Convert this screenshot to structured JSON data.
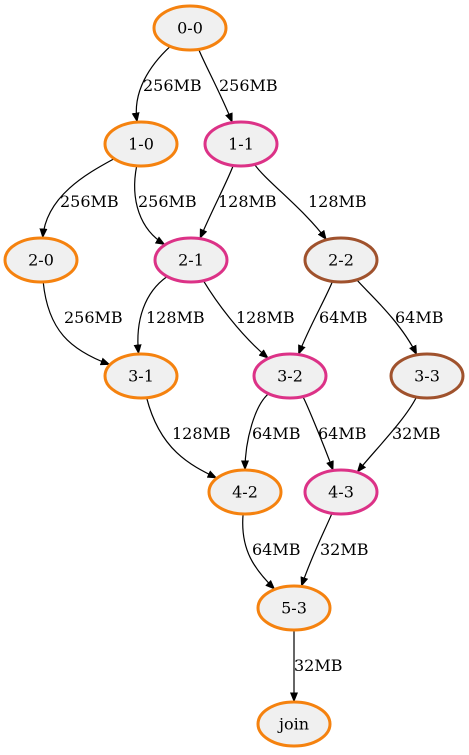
{
  "colors": {
    "node_fill": "#f0f0f0",
    "edge": "#000000",
    "orange": "#f5820f",
    "magenta": "#dc3287",
    "brown": "#a0522d"
  },
  "nodes": [
    {
      "id": "0-0",
      "label": "0-0",
      "color": "orange"
    },
    {
      "id": "1-0",
      "label": "1-0",
      "color": "orange"
    },
    {
      "id": "1-1",
      "label": "1-1",
      "color": "magenta"
    },
    {
      "id": "2-0",
      "label": "2-0",
      "color": "orange"
    },
    {
      "id": "2-1",
      "label": "2-1",
      "color": "magenta"
    },
    {
      "id": "2-2",
      "label": "2-2",
      "color": "brown"
    },
    {
      "id": "3-1",
      "label": "3-1",
      "color": "orange"
    },
    {
      "id": "3-2",
      "label": "3-2",
      "color": "magenta"
    },
    {
      "id": "3-3",
      "label": "3-3",
      "color": "brown"
    },
    {
      "id": "4-2",
      "label": "4-2",
      "color": "orange"
    },
    {
      "id": "4-3",
      "label": "4-3",
      "color": "magenta"
    },
    {
      "id": "5-3",
      "label": "5-3",
      "color": "orange"
    },
    {
      "id": "join",
      "label": "join",
      "color": "orange"
    }
  ],
  "edges": [
    {
      "from": "0-0",
      "to": "1-0",
      "label": "256MB"
    },
    {
      "from": "0-0",
      "to": "1-1",
      "label": "256MB"
    },
    {
      "from": "1-0",
      "to": "2-0",
      "label": "256MB"
    },
    {
      "from": "1-0",
      "to": "2-1",
      "label": "256MB"
    },
    {
      "from": "1-1",
      "to": "2-1",
      "label": "128MB"
    },
    {
      "from": "1-1",
      "to": "2-2",
      "label": "128MB"
    },
    {
      "from": "2-0",
      "to": "3-1",
      "label": "256MB"
    },
    {
      "from": "2-1",
      "to": "3-1",
      "label": "128MB"
    },
    {
      "from": "2-1",
      "to": "3-2",
      "label": "128MB"
    },
    {
      "from": "2-2",
      "to": "3-2",
      "label": "64MB"
    },
    {
      "from": "2-2",
      "to": "3-3",
      "label": "64MB"
    },
    {
      "from": "3-1",
      "to": "4-2",
      "label": "128MB"
    },
    {
      "from": "3-2",
      "to": "4-2",
      "label": "64MB"
    },
    {
      "from": "3-2",
      "to": "4-3",
      "label": "64MB"
    },
    {
      "from": "3-3",
      "to": "4-3",
      "label": "32MB"
    },
    {
      "from": "4-2",
      "to": "5-3",
      "label": "64MB"
    },
    {
      "from": "4-3",
      "to": "5-3",
      "label": "32MB"
    },
    {
      "from": "5-3",
      "to": "join",
      "label": "32MB"
    }
  ]
}
